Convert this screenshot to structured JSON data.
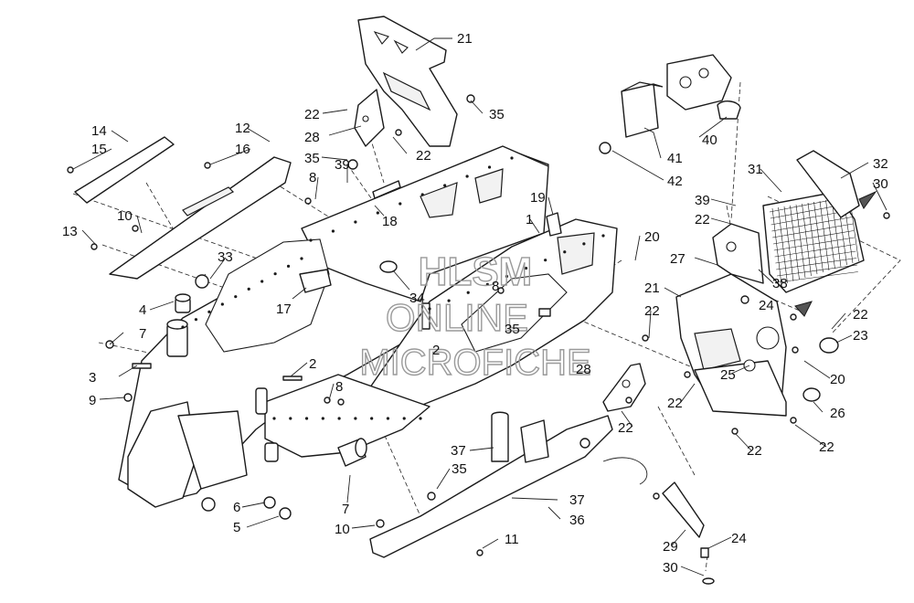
{
  "watermark": {
    "line1": "HLSM",
    "line2": "ONLINE",
    "line3": "MICROFICHE"
  },
  "callouts": [
    {
      "id": "c21a",
      "label": "21"
    },
    {
      "id": "c22a",
      "label": "22"
    },
    {
      "id": "c35a",
      "label": "35"
    },
    {
      "id": "c28a",
      "label": "28"
    },
    {
      "id": "c22b",
      "label": "22"
    },
    {
      "id": "c35b",
      "label": "35"
    },
    {
      "id": "c14",
      "label": "14"
    },
    {
      "id": "c15",
      "label": "15"
    },
    {
      "id": "c12",
      "label": "12"
    },
    {
      "id": "c16",
      "label": "16"
    },
    {
      "id": "c8a",
      "label": "8"
    },
    {
      "id": "c39a",
      "label": "39"
    },
    {
      "id": "c18",
      "label": "18"
    },
    {
      "id": "c10a",
      "label": "10"
    },
    {
      "id": "c13",
      "label": "13"
    },
    {
      "id": "c19",
      "label": "19"
    },
    {
      "id": "c1",
      "label": "1"
    },
    {
      "id": "c33",
      "label": "33"
    },
    {
      "id": "c17",
      "label": "17"
    },
    {
      "id": "c34",
      "label": "34"
    },
    {
      "id": "c8b",
      "label": "8"
    },
    {
      "id": "c35c",
      "label": "35"
    },
    {
      "id": "c4",
      "label": "4"
    },
    {
      "id": "c7a",
      "label": "7"
    },
    {
      "id": "c2a",
      "label": "2"
    },
    {
      "id": "c2b",
      "label": "2"
    },
    {
      "id": "c3",
      "label": "3"
    },
    {
      "id": "c9",
      "label": "9"
    },
    {
      "id": "c8c",
      "label": "8"
    },
    {
      "id": "c28b",
      "label": "28"
    },
    {
      "id": "c6",
      "label": "6"
    },
    {
      "id": "c5",
      "label": "5"
    },
    {
      "id": "c7b",
      "label": "7"
    },
    {
      "id": "c10b",
      "label": "10"
    },
    {
      "id": "c37a",
      "label": "37"
    },
    {
      "id": "c35d",
      "label": "35"
    },
    {
      "id": "c37b",
      "label": "37"
    },
    {
      "id": "c36",
      "label": "36"
    },
    {
      "id": "c11",
      "label": "11"
    },
    {
      "id": "c41",
      "label": "41"
    },
    {
      "id": "c42",
      "label": "42"
    },
    {
      "id": "c40",
      "label": "40"
    },
    {
      "id": "c31",
      "label": "31"
    },
    {
      "id": "c32",
      "label": "32"
    },
    {
      "id": "c30a",
      "label": "30"
    },
    {
      "id": "c39b",
      "label": "39"
    },
    {
      "id": "c22c",
      "label": "22"
    },
    {
      "id": "c20a",
      "label": "20"
    },
    {
      "id": "c27",
      "label": "27"
    },
    {
      "id": "c38",
      "label": "38"
    },
    {
      "id": "c21b",
      "label": "21"
    },
    {
      "id": "c22d",
      "label": "22"
    },
    {
      "id": "c24a",
      "label": "24"
    },
    {
      "id": "c22e",
      "label": "22"
    },
    {
      "id": "c23",
      "label": "23"
    },
    {
      "id": "c25",
      "label": "25"
    },
    {
      "id": "c20b",
      "label": "20"
    },
    {
      "id": "c22f",
      "label": "22"
    },
    {
      "id": "c26",
      "label": "26"
    },
    {
      "id": "c22g",
      "label": "22"
    },
    {
      "id": "c22h",
      "label": "22"
    },
    {
      "id": "c22i",
      "label": "22"
    },
    {
      "id": "c29",
      "label": "29"
    },
    {
      "id": "c24b",
      "label": "24"
    },
    {
      "id": "c30b",
      "label": "30"
    }
  ]
}
